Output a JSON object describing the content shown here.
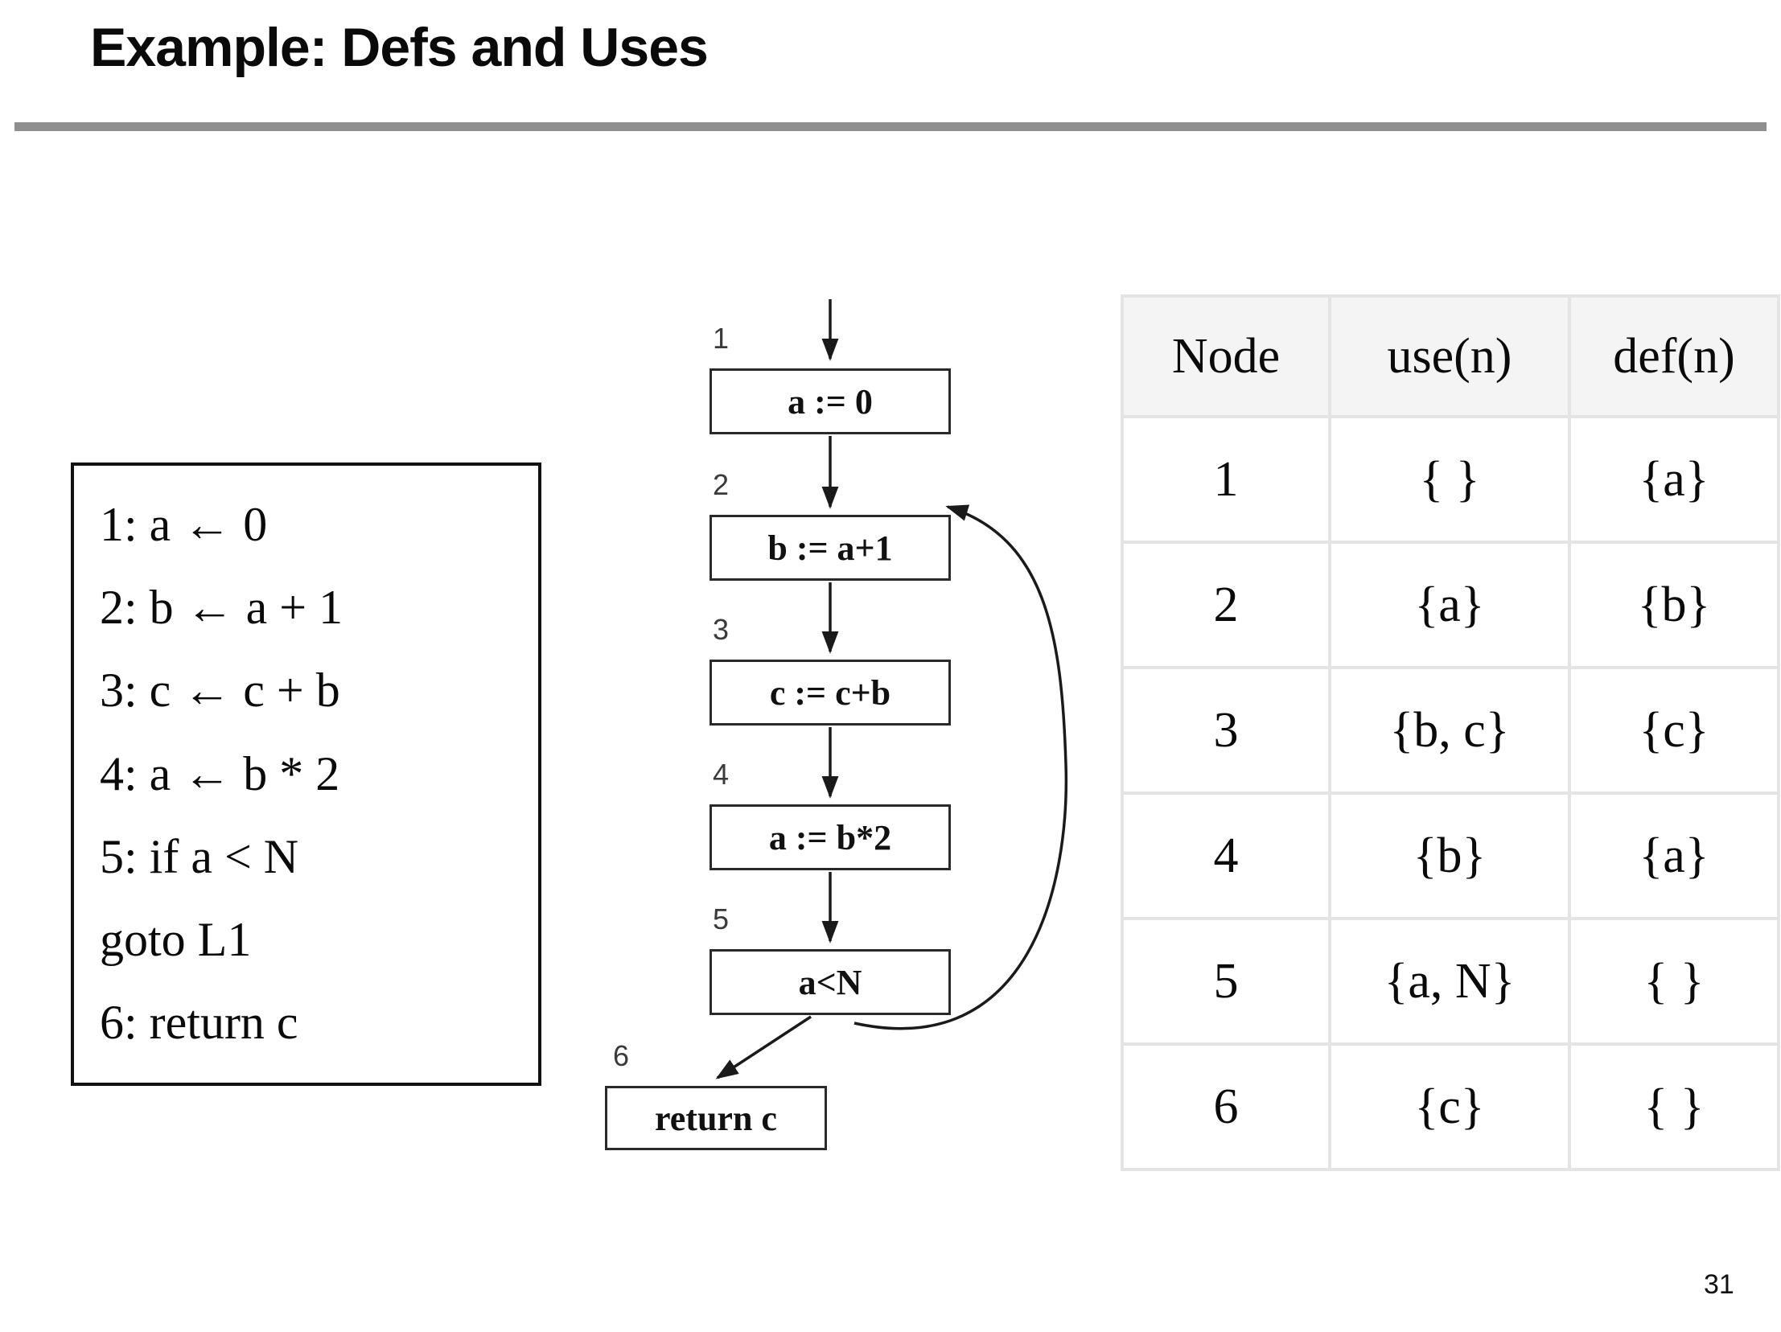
{
  "title": "Example: Defs and Uses",
  "page_number": "31",
  "code_listing": {
    "lines": [
      "1: a ← 0",
      "2: b ← a + 1",
      "3: c ← c + b",
      "4: a ← b * 2",
      "5: if a < N",
      "goto L1",
      "6: return c"
    ]
  },
  "cfg": {
    "nodes": [
      {
        "id": "1",
        "label": "a := 0"
      },
      {
        "id": "2",
        "label": "b := a+1"
      },
      {
        "id": "3",
        "label": "c := c+b"
      },
      {
        "id": "4",
        "label": "a := b*2"
      },
      {
        "id": "5",
        "label": "a<N"
      },
      {
        "id": "6",
        "label": "return c"
      }
    ]
  },
  "table": {
    "headers": [
      "Node",
      "use(n)",
      "def(n)"
    ],
    "rows": [
      [
        "1",
        "{ }",
        "{a}"
      ],
      [
        "2",
        "{a}",
        "{b}"
      ],
      [
        "3",
        "{b, c}",
        "{c}"
      ],
      [
        "4",
        "{b}",
        "{a}"
      ],
      [
        "5",
        "{a, N}",
        "{ }"
      ],
      [
        "6",
        "{c}",
        "{ }"
      ]
    ]
  }
}
